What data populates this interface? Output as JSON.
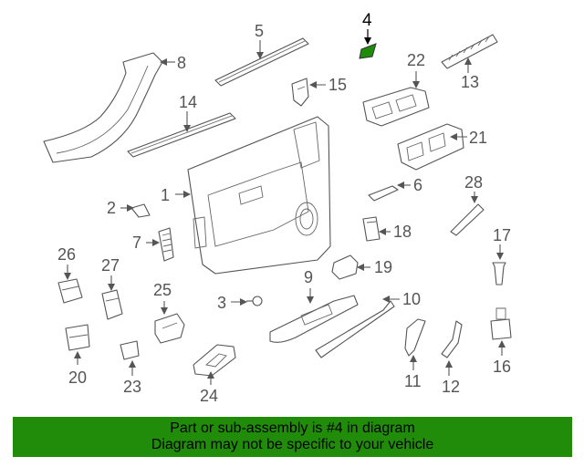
{
  "highlight_color": "#1e8c0a",
  "banner": {
    "background": "#218c0a",
    "line1": "Part or sub-assembly is #4 in diagram",
    "line2": "Diagram may not be specific to your vehicle"
  },
  "callouts": {
    "c1": "1",
    "c2": "2",
    "c3": "3",
    "c4": "4",
    "c5": "5",
    "c6": "6",
    "c7": "7",
    "c8": "8",
    "c9": "9",
    "c10": "10",
    "c11": "11",
    "c12": "12",
    "c13": "13",
    "c14": "14",
    "c15": "15",
    "c16": "16",
    "c17": "17",
    "c18": "18",
    "c19": "19",
    "c20": "20",
    "c21": "21",
    "c22": "22",
    "c23": "23",
    "c24": "24",
    "c25": "25",
    "c26": "26",
    "c27": "27",
    "c28": "28"
  }
}
